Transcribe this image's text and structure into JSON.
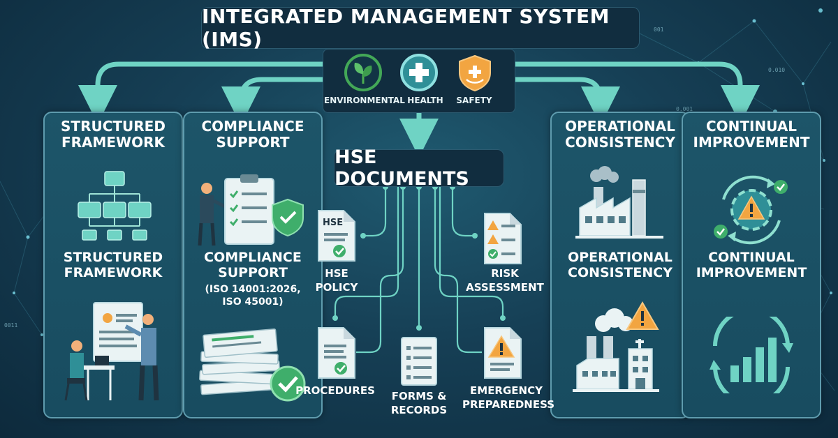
{
  "title": "INTEGRATED MANAGEMENT SYSTEM (IMS)",
  "pillars": [
    {
      "label": "ENVIRONMENTAL",
      "icon": "leaf-icon"
    },
    {
      "label": "HEALTH",
      "icon": "medical-cross-icon"
    },
    {
      "label": "SAFETY",
      "icon": "shield-icon"
    }
  ],
  "panels": {
    "structured": {
      "header": "STRUCTURED FRAMEWORK",
      "mid": "STRUCTURED FRAMEWORK"
    },
    "compliance": {
      "header": "COMPLIANCE SUPPORT",
      "mid": "COMPLIANCE SUPPORT",
      "sub": "(ISO 14001:2026, ISO 45001)"
    },
    "operational": {
      "header": "OPERATIONAL CONSISTENCY",
      "mid": "OPERATIONAL CONSISTENCY"
    },
    "continual": {
      "header": "CONTINUAL IMPROVEMENT",
      "mid": "CONTINUAL IMPROVEMENT"
    }
  },
  "hse": {
    "title": "HSE DOCUMENTS",
    "documents": {
      "policy": {
        "label": "HSE POLICY",
        "doc_text": "HSE"
      },
      "risk": {
        "label": "RISK ASSESSMENT"
      },
      "procedures": {
        "label": "PROCEDURES"
      },
      "forms": {
        "label": "FORMS & RECORDS"
      },
      "emergency": {
        "label": "EMERGENCY PREPAREDNESS"
      }
    }
  },
  "background_codes": [
    "001",
    "0.010",
    "0.001",
    "0011",
    "0011"
  ],
  "colors": {
    "background": "#163f55",
    "panel": "#1d5569",
    "accent_teal": "#6fd3c4",
    "leaf_green": "#4caf50",
    "warning_orange": "#f2a541",
    "check_green": "#3fae6b"
  }
}
